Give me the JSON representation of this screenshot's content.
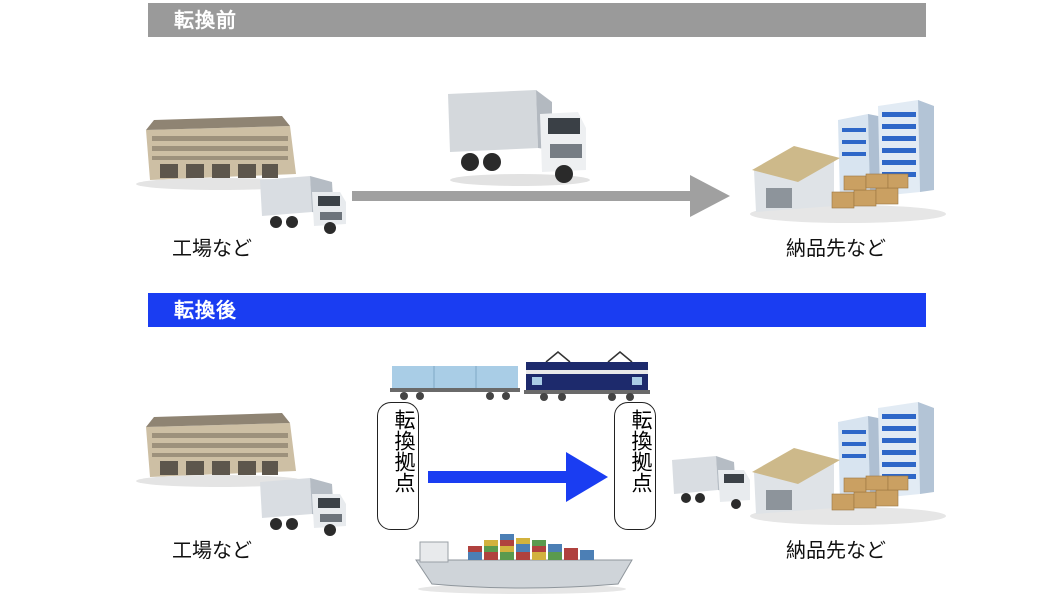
{
  "before": {
    "title": "転換前",
    "origin_label": "工場など",
    "dest_label": "納品先など"
  },
  "after": {
    "title": "転換後",
    "origin_label": "工場など",
    "dest_label": "納品先など",
    "hub_left": "転換拠点",
    "hub_right": "転換拠点"
  },
  "colors": {
    "before_bar": "#9a9a9a",
    "after_bar": "#1a3df2",
    "gray_arrow": "#a0a0a0",
    "blue_arrow": "#1a3df2"
  },
  "icons": [
    "factory-icon",
    "truck-icon",
    "warehouse-icon",
    "office-buildings-icon",
    "train-icon",
    "container-ship-icon"
  ]
}
